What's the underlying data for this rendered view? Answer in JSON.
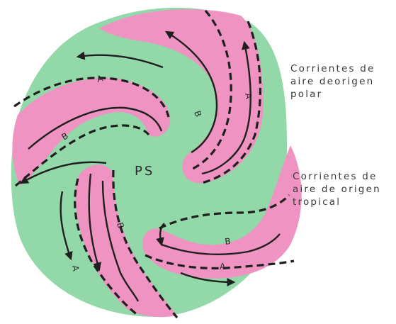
{
  "diagram": {
    "center_label": "PS",
    "stream_labels": [
      "A",
      "B",
      "A",
      "B",
      "B",
      "A",
      "A",
      "B"
    ],
    "colors": {
      "polar_air": "#92d8a8",
      "tropical_air": "#ef94c2",
      "front_line": "#1f1f1f"
    }
  },
  "legend": {
    "polar": [
      "Corrientes de",
      "aire deorigen",
      "polar"
    ],
    "tropical": [
      "Corrientes de",
      "aire de origen",
      "tropical"
    ]
  }
}
